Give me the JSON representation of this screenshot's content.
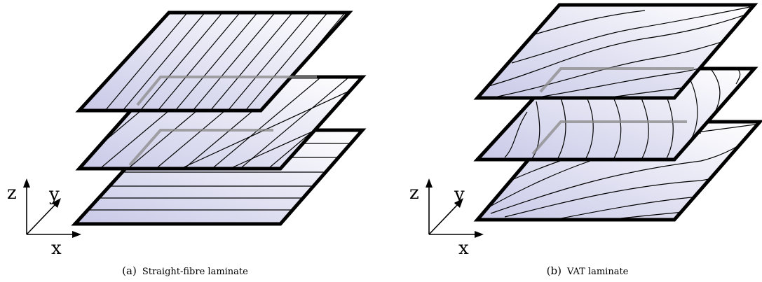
{
  "panels": [
    {
      "tag": "(a)",
      "caption": "Straight-fibre laminate",
      "axes": {
        "z": "z",
        "y": "y",
        "x": "x"
      }
    },
    {
      "tag": "(b)",
      "caption": "VAT laminate",
      "axes": {
        "z": "z",
        "y": "y",
        "x": "x"
      }
    }
  ],
  "colors": {
    "ply_fill_start": "#c9c9e8",
    "ply_fill_end": "#ffffff",
    "outline": "#000000",
    "hidden_edge": "#888888"
  }
}
